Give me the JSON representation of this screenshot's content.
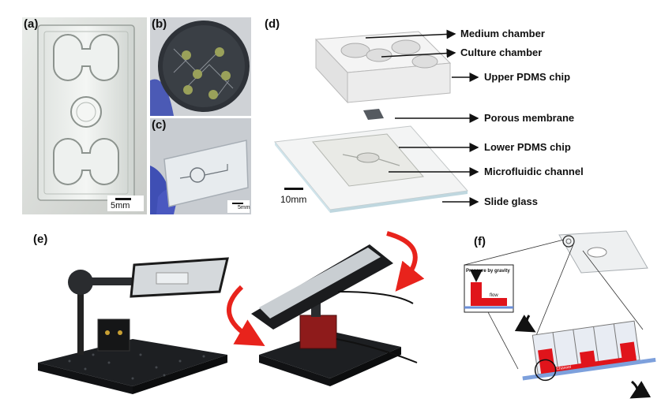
{
  "panels": {
    "a": {
      "label": "(a)",
      "scale": "5mm"
    },
    "b": {
      "label": "(b)"
    },
    "c": {
      "label": "(c)",
      "scale": "5mm"
    },
    "d": {
      "label": "(d)",
      "scale": "10mm",
      "callouts": [
        "Medium chamber",
        "Culture chamber",
        "Upper PDMS chip",
        "Porous membrane",
        "Lower PDMS chip",
        "Microfluidic channel",
        "Slide glass"
      ]
    },
    "e": {
      "label": "(e)"
    },
    "f": {
      "label": "(f)",
      "inset_title": "Pressure by gravity",
      "inset_flow": "flow",
      "channel_text": "Channel"
    }
  },
  "colors": {
    "arrow_red": "#e8231c",
    "chip_red": "#e0141b",
    "membrane": "#555a60",
    "plate_black": "#1d1f22",
    "motor_red": "#8e1b1b"
  }
}
